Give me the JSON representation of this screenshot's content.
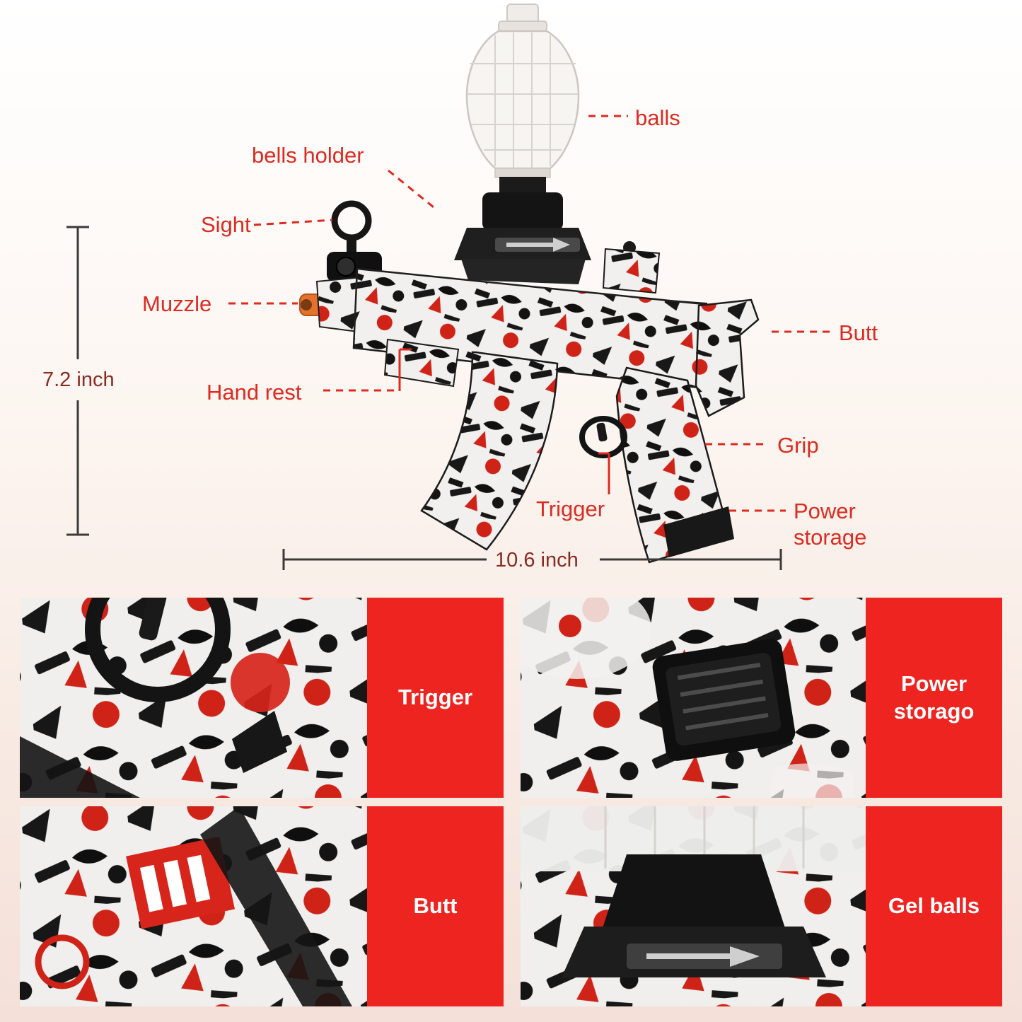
{
  "diagram": {
    "labels": {
      "balls": "balls",
      "bells_holder": "bells holder",
      "sight": "Sight",
      "muzzle": "Muzzle",
      "hand_rest": "Hand rest",
      "butt": "Butt",
      "grip": "Grip",
      "trigger": "Trigger",
      "power_storage": "Power storage"
    },
    "dimensions": {
      "height": "7.2 inch",
      "length": "10.6 inch"
    },
    "colors": {
      "label_red": "#de2a1f",
      "dimension_text": "#8a2a20",
      "dimension_line": "#3a3a3a",
      "muzzle_orange": "#e4722c",
      "graffiti_red": "#cf2318",
      "graffiti_black": "#161616"
    }
  },
  "panels": [
    {
      "label": "Trigger"
    },
    {
      "label": "Power storago"
    },
    {
      "label": "Butt"
    },
    {
      "label": "Gel balls"
    }
  ],
  "panel_style": {
    "box_red": "#ee2420",
    "text_color": "#ffffff"
  }
}
